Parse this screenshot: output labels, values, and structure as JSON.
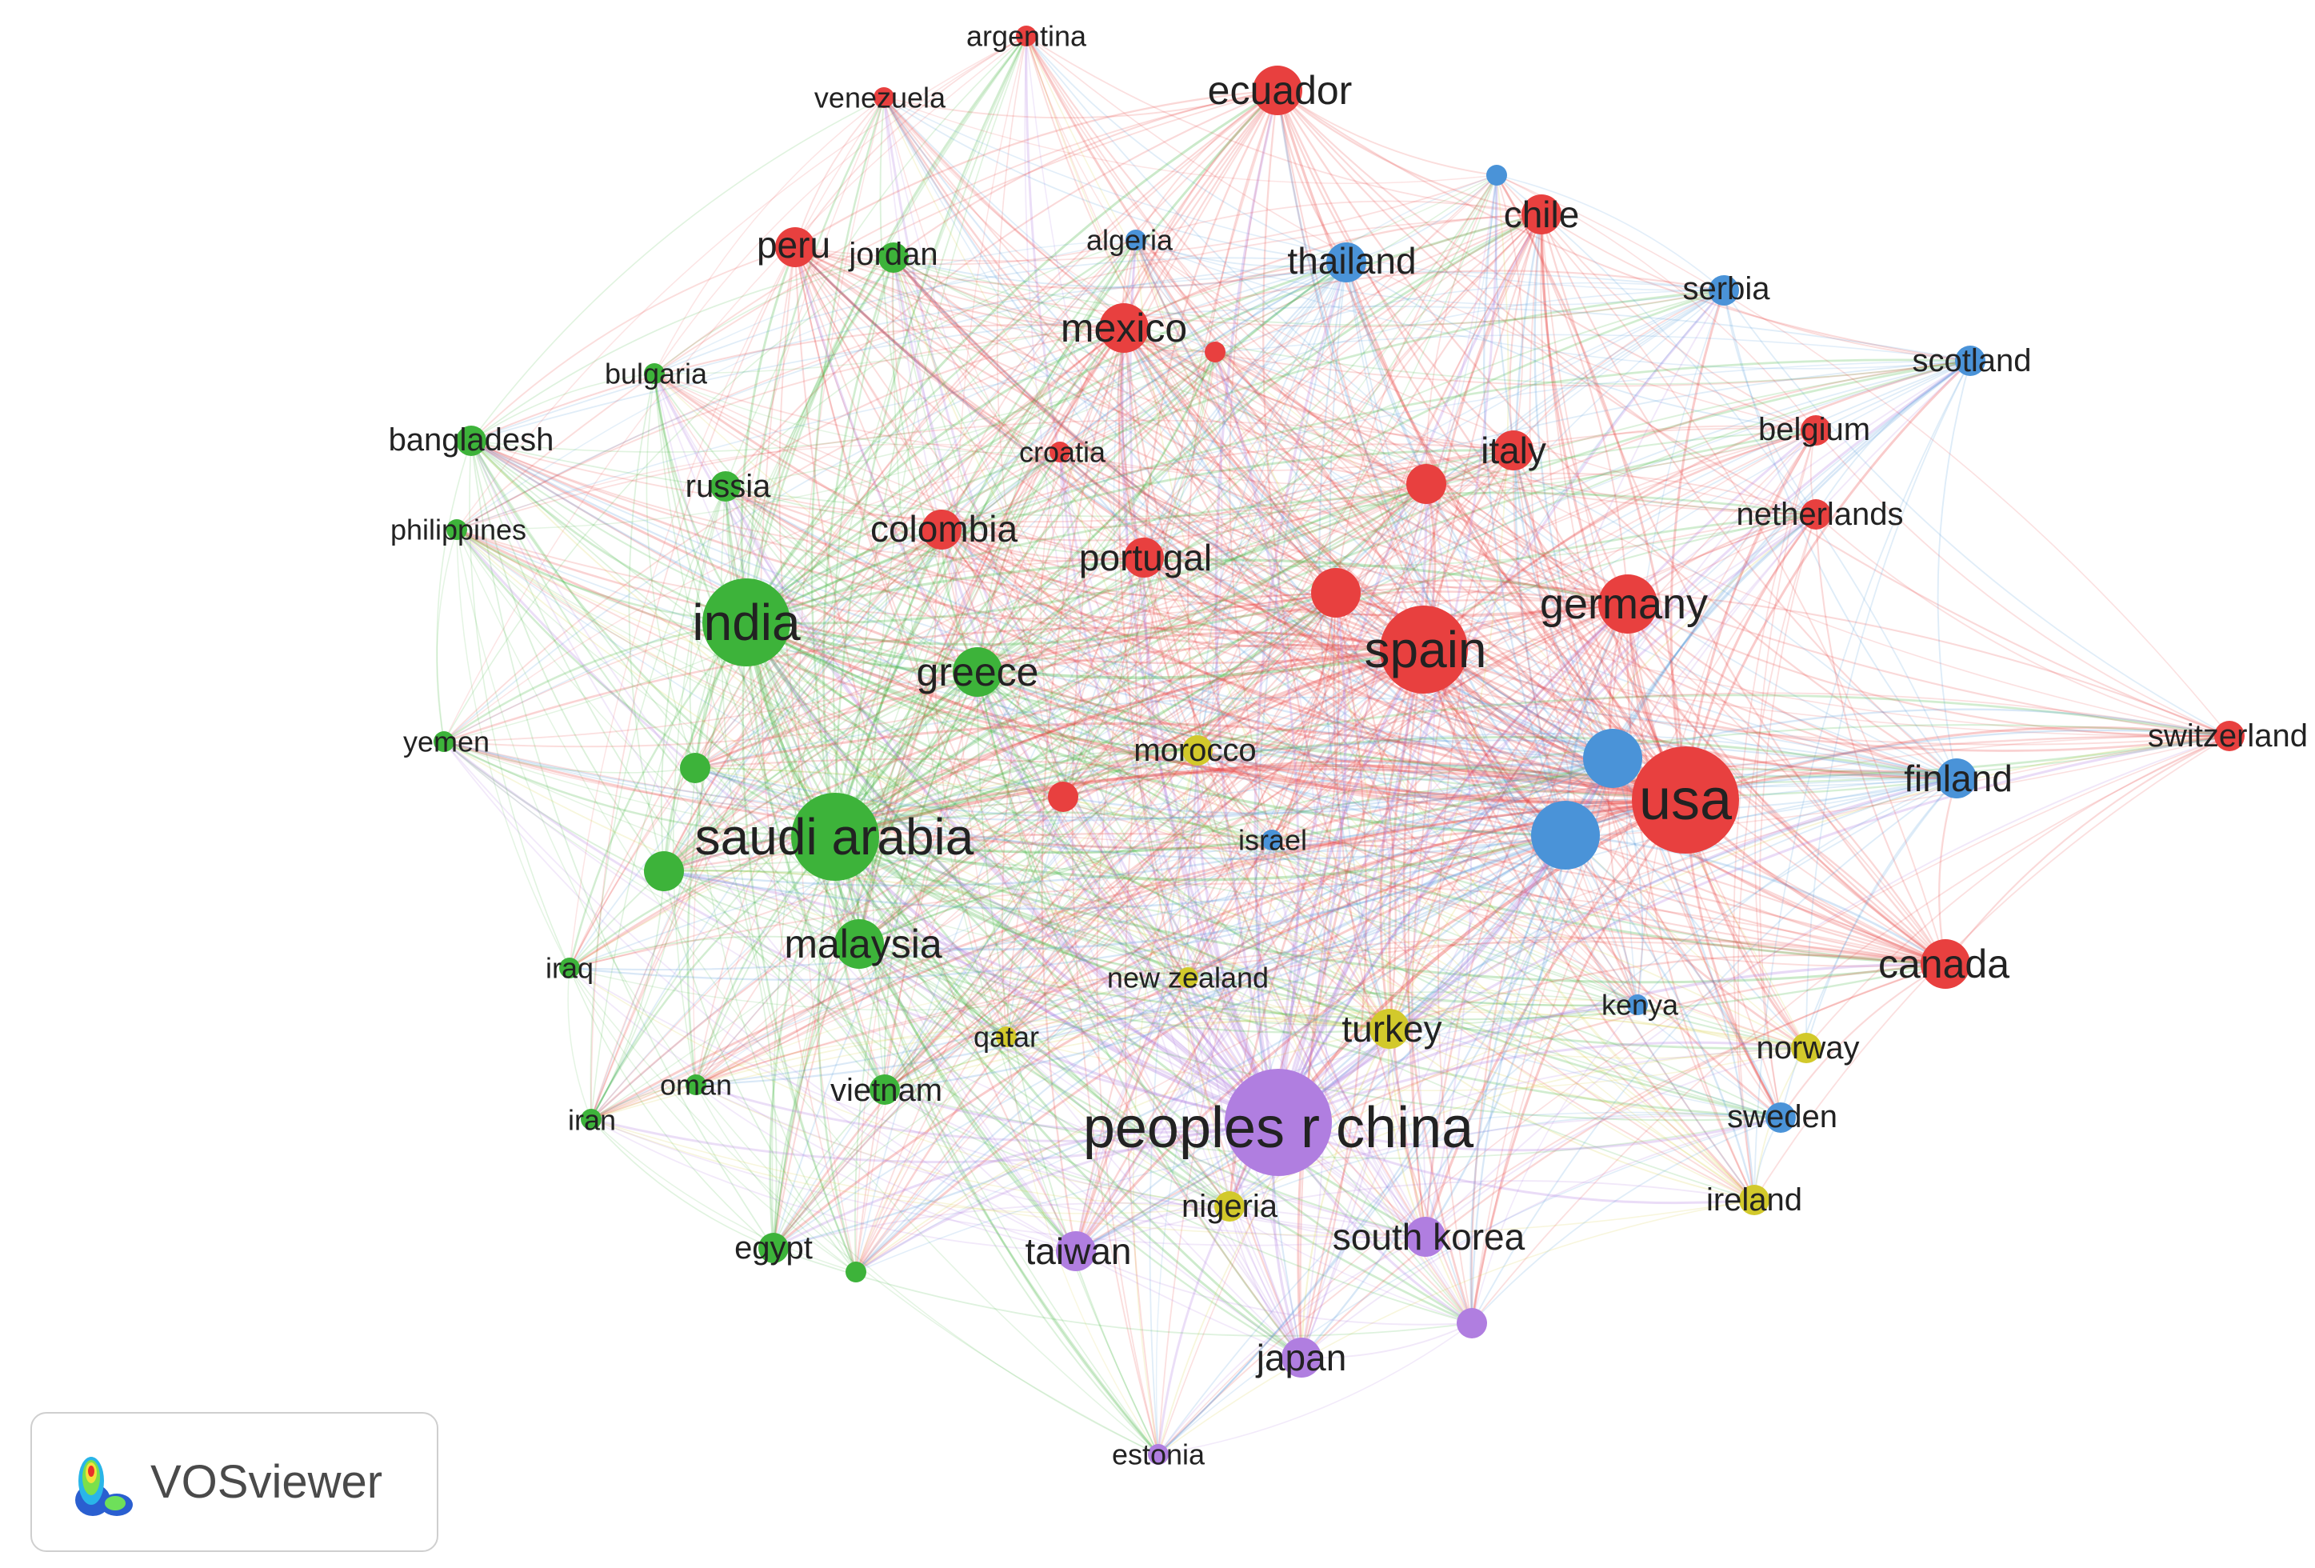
{
  "colors": {
    "red": "#e8403f",
    "green": "#3db33a",
    "blue": "#4a93d8",
    "yellow": "#d2c92b",
    "purple": "#b07ee0"
  },
  "nodes": [
    {
      "label": "argentina",
      "cluster": "red",
      "weight": 1
    },
    {
      "label": "venezuela",
      "cluster": "red",
      "weight": 1
    },
    {
      "label": "ecuador",
      "cluster": "red",
      "weight": 4
    },
    {
      "label": "chile",
      "cluster": "red",
      "weight": 3
    },
    {
      "label": "peru",
      "cluster": "red",
      "weight": 3
    },
    {
      "label": "jordan",
      "cluster": "green",
      "weight": 2
    },
    {
      "label": "algeria",
      "cluster": "blue",
      "weight": 1
    },
    {
      "label": "thailand",
      "cluster": "blue",
      "weight": 3
    },
    {
      "label": "serbia",
      "cluster": "blue",
      "weight": 2
    },
    {
      "label": "mexico",
      "cluster": "red",
      "weight": 4
    },
    {
      "label": "scotland",
      "cluster": "blue",
      "weight": 2
    },
    {
      "label": "bulgaria",
      "cluster": "green",
      "weight": 1
    },
    {
      "label": "bangladesh",
      "cluster": "green",
      "weight": 2
    },
    {
      "label": "croatia",
      "cluster": "red",
      "weight": 1
    },
    {
      "label": "belgium",
      "cluster": "red",
      "weight": 2
    },
    {
      "label": "italy",
      "cluster": "red",
      "weight": 3
    },
    {
      "label": "russia",
      "cluster": "green",
      "weight": 2
    },
    {
      "label": "netherlands",
      "cluster": "red",
      "weight": 2
    },
    {
      "label": "philippines",
      "cluster": "green",
      "weight": 1
    },
    {
      "label": "colombia",
      "cluster": "red",
      "weight": 3
    },
    {
      "label": "portugal",
      "cluster": "red",
      "weight": 3
    },
    {
      "label": "germany",
      "cluster": "red",
      "weight": 5
    },
    {
      "label": "india",
      "cluster": "green",
      "weight": 8
    },
    {
      "label": "spain",
      "cluster": "red",
      "weight": 8
    },
    {
      "label": "greece",
      "cluster": "green",
      "weight": 4
    },
    {
      "label": "yemen",
      "cluster": "green",
      "weight": 1
    },
    {
      "label": "switzerland",
      "cluster": "red",
      "weight": 2
    },
    {
      "label": "morocco",
      "cluster": "yellow",
      "weight": 2
    },
    {
      "label": "finland",
      "cluster": "blue",
      "weight": 3
    },
    {
      "label": "usa",
      "cluster": "red",
      "weight": 10
    },
    {
      "label": "israel",
      "cluster": "blue",
      "weight": 1
    },
    {
      "label": "saudi arabia",
      "cluster": "green",
      "weight": 8
    },
    {
      "label": "malaysia",
      "cluster": "green",
      "weight": 4
    },
    {
      "label": "canada",
      "cluster": "red",
      "weight": 4
    },
    {
      "label": "iraq",
      "cluster": "green",
      "weight": 1
    },
    {
      "label": "new zealand",
      "cluster": "yellow",
      "weight": 1
    },
    {
      "label": "kenya",
      "cluster": "blue",
      "weight": 1
    },
    {
      "label": "turkey",
      "cluster": "yellow",
      "weight": 3
    },
    {
      "label": "qatar",
      "cluster": "yellow",
      "weight": 1
    },
    {
      "label": "norway",
      "cluster": "yellow",
      "weight": 2
    },
    {
      "label": "oman",
      "cluster": "green",
      "weight": 1
    },
    {
      "label": "vietnam",
      "cluster": "green",
      "weight": 2
    },
    {
      "label": "iran",
      "cluster": "green",
      "weight": 1
    },
    {
      "label": "peoples r china",
      "cluster": "purple",
      "weight": 10
    },
    {
      "label": "sweden",
      "cluster": "blue",
      "weight": 2
    },
    {
      "label": "ireland",
      "cluster": "yellow",
      "weight": 2
    },
    {
      "label": "nigeria",
      "cluster": "yellow",
      "weight": 2
    },
    {
      "label": "south korea",
      "cluster": "purple",
      "weight": 3
    },
    {
      "label": "egypt",
      "cluster": "green",
      "weight": 2
    },
    {
      "label": "taiwan",
      "cluster": "purple",
      "weight": 3
    },
    {
      "label": "japan",
      "cluster": "purple",
      "weight": 3
    },
    {
      "label": "estonia",
      "cluster": "purple",
      "weight": 1
    }
  ],
  "unlabeled_nodes": [
    {
      "cluster": "blue",
      "weight": 1
    },
    {
      "cluster": "red",
      "weight": 1
    },
    {
      "cluster": "red",
      "weight": 3
    },
    {
      "cluster": "red",
      "weight": 4
    },
    {
      "cluster": "green",
      "weight": 2
    },
    {
      "cluster": "red",
      "weight": 2
    },
    {
      "cluster": "green",
      "weight": 3
    },
    {
      "cluster": "blue",
      "weight": 5
    },
    {
      "cluster": "blue",
      "weight": 6
    },
    {
      "cluster": "green",
      "weight": 1
    },
    {
      "cluster": "purple",
      "weight": 2
    }
  ],
  "logo": {
    "text": "VOSviewer",
    "icon": "vosviewer-density-logo-icon"
  }
}
